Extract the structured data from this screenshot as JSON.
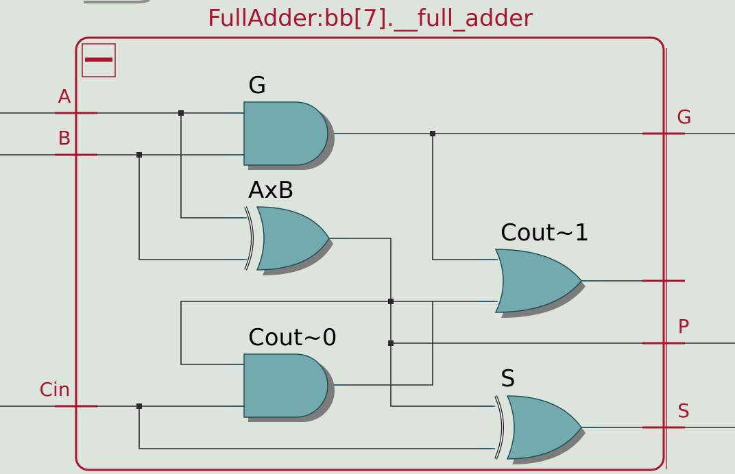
{
  "colors": {
    "background": "#dde4dc",
    "border": "#a8152f",
    "gate_fill": "#72aaad",
    "wire": "#2a2a2a",
    "label": "#a8152f"
  },
  "block": {
    "title": "FullAdder:bb[7].__full_adder",
    "collapse_icon": "minus-icon"
  },
  "inputs": {
    "a": "A",
    "b": "B",
    "cin": "Cin"
  },
  "outputs": {
    "g": "G",
    "p": "P",
    "s": "S"
  },
  "gates": [
    {
      "id": "g",
      "label": "G",
      "type": "AND"
    },
    {
      "id": "axb",
      "label": "AxB",
      "type": "XOR"
    },
    {
      "id": "cout1",
      "label": "Cout~1",
      "type": "OR"
    },
    {
      "id": "cout0",
      "label": "Cout~0",
      "type": "AND"
    },
    {
      "id": "s",
      "label": "S",
      "type": "XOR"
    }
  ]
}
